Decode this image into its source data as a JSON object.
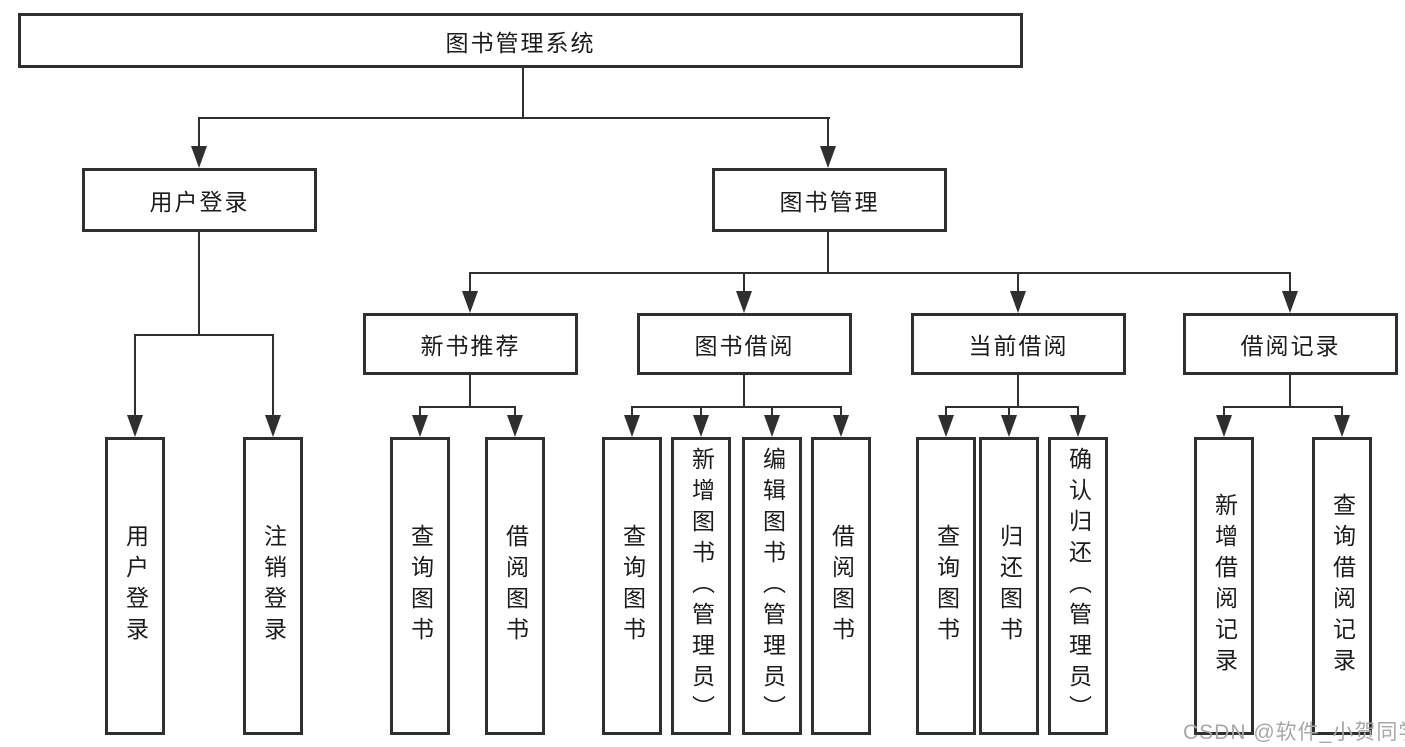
{
  "colors": {
    "line": "#2f2f2f",
    "text": "#1c1c1c",
    "background": "#ffffff",
    "watermark": "#a8a8a8"
  },
  "diagram": {
    "root": {
      "label": "图书管理系统"
    },
    "level2": [
      {
        "label": "用户登录"
      },
      {
        "label": "图书管理"
      }
    ],
    "level3": [
      {
        "label": "新书推荐"
      },
      {
        "label": "图书借阅"
      },
      {
        "label": "当前借阅"
      },
      {
        "label": "借阅记录"
      }
    ],
    "leaves": [
      {
        "label": "用户登录"
      },
      {
        "label": "注销登录"
      },
      {
        "label": "查询图书"
      },
      {
        "label": "借阅图书"
      },
      {
        "label": "查询图书"
      },
      {
        "label": "新增图书（管理员）"
      },
      {
        "label": "编辑图书（管理员）"
      },
      {
        "label": "借阅图书"
      },
      {
        "label": "查询图书"
      },
      {
        "label": "归还图书"
      },
      {
        "label": "确认归还（管理员）"
      },
      {
        "label": "新增借阅记录"
      },
      {
        "label": "查询借阅记录"
      }
    ]
  },
  "watermark": {
    "text": "CSDN @软件_小贺同学"
  }
}
